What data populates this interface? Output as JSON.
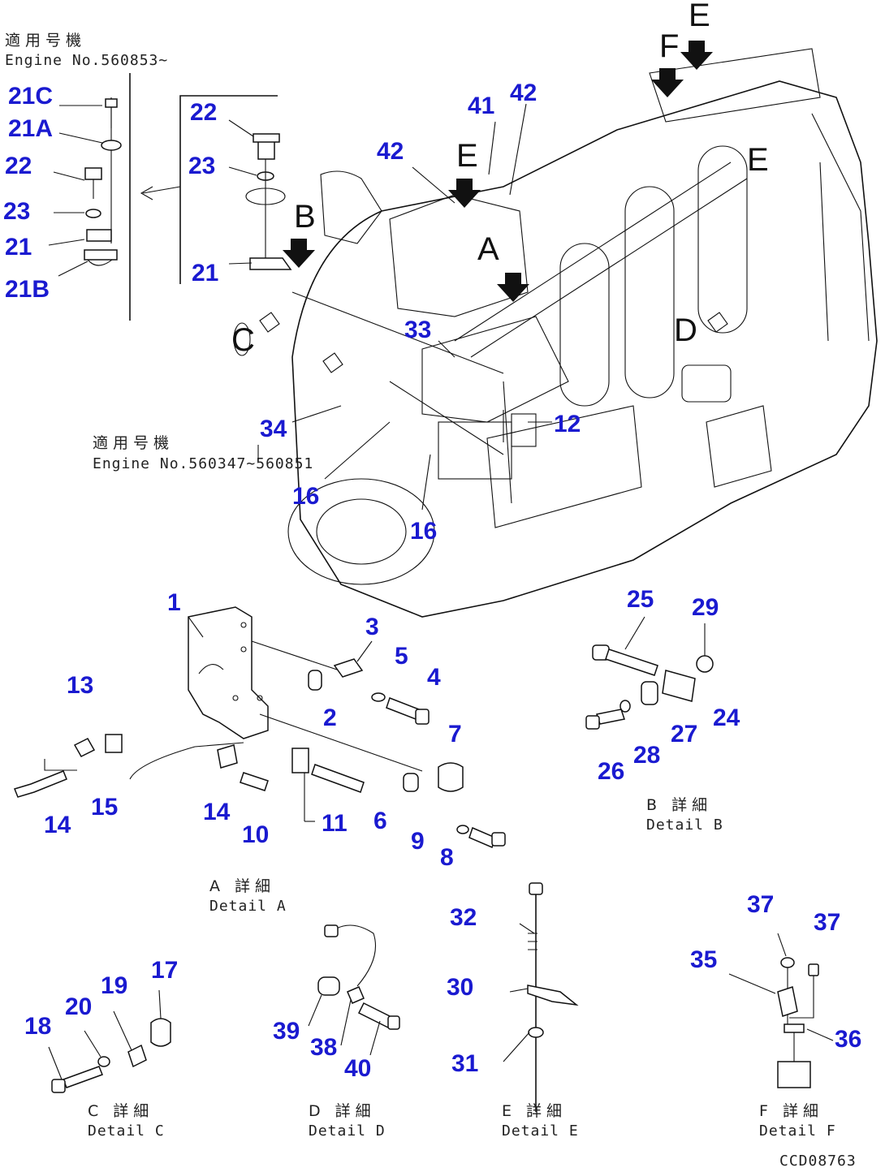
{
  "diagram": {
    "drawing_code": "CCD08763",
    "serial_notes": [
      {
        "jp": "適用号機",
        "en": "Engine No.560853~"
      },
      {
        "jp": "適用号機",
        "en": "Engine No.560347~560851"
      }
    ],
    "view_markers": [
      "E",
      "F",
      "E",
      "C",
      "D",
      "B",
      "A",
      "E"
    ],
    "details": [
      {
        "jp": "A 詳細",
        "en": "Detail A"
      },
      {
        "jp": "B 詳細",
        "en": "Detail B"
      },
      {
        "jp": "C 詳細",
        "en": "Detail C"
      },
      {
        "jp": "D 詳細",
        "en": "Detail D"
      },
      {
        "jp": "E 詳細",
        "en": "Detail E"
      },
      {
        "jp": "F 詳細",
        "en": "Detail F"
      }
    ],
    "callouts": [
      "21C",
      "21A",
      "22",
      "23",
      "21",
      "21B",
      "22",
      "23",
      "21",
      "41",
      "42",
      "42",
      "33",
      "34",
      "12",
      "16",
      "16",
      "1",
      "3",
      "5",
      "4",
      "2",
      "7",
      "6",
      "9",
      "8",
      "13",
      "15",
      "14",
      "14",
      "10",
      "11",
      "25",
      "29",
      "24",
      "27",
      "28",
      "26",
      "17",
      "19",
      "20",
      "18",
      "39",
      "38",
      "40",
      "32",
      "30",
      "31",
      "37",
      "37",
      "35",
      "36"
    ]
  }
}
